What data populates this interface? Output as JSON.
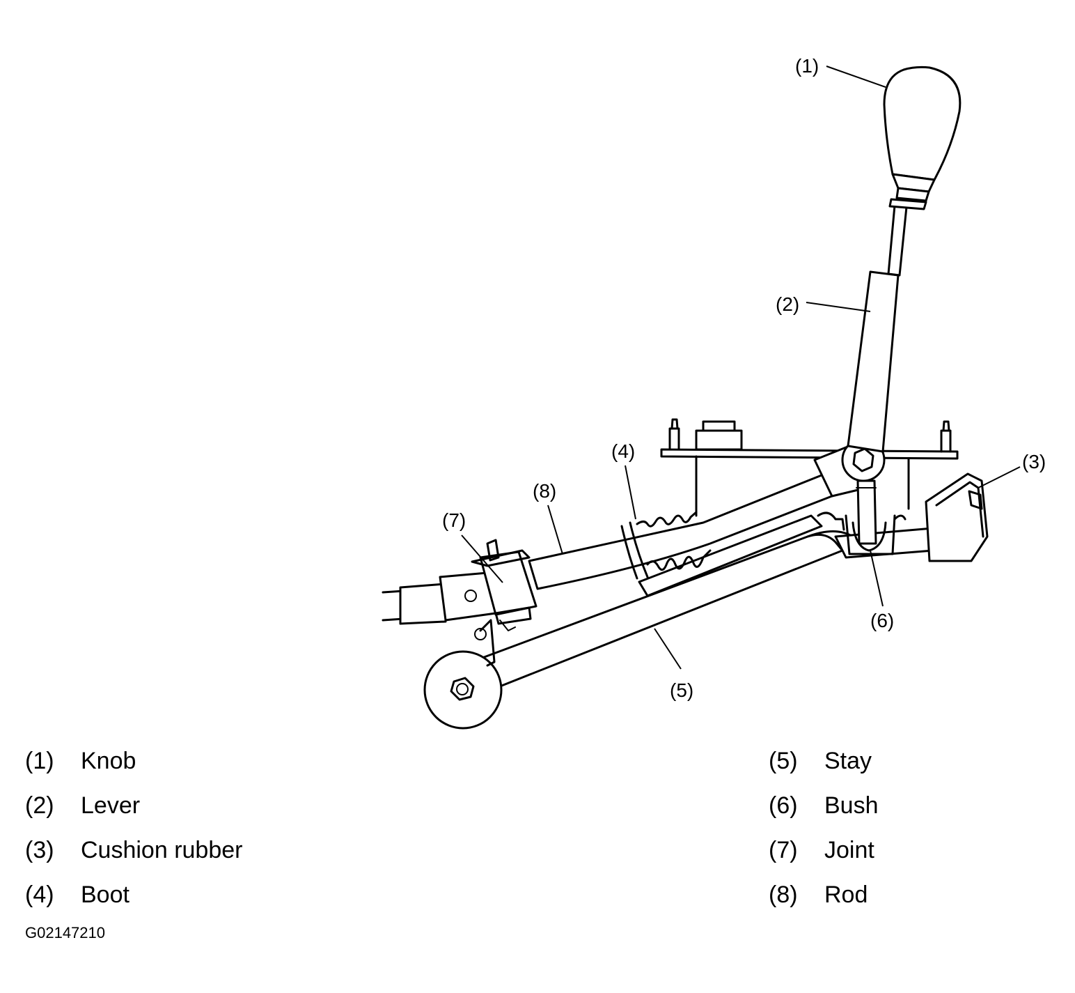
{
  "callouts": {
    "knob": "(1)",
    "lever": "(2)",
    "cushion_rubber": "(3)",
    "boot": "(4)",
    "stay": "(5)",
    "bush": "(6)",
    "joint": "(7)",
    "rod": "(8)"
  },
  "legend": [
    {
      "num": "(1)",
      "label": "Knob"
    },
    {
      "num": "(2)",
      "label": "Lever"
    },
    {
      "num": "(3)",
      "label": "Cushion rubber"
    },
    {
      "num": "(4)",
      "label": "Boot"
    },
    {
      "num": "(5)",
      "label": "Stay"
    },
    {
      "num": "(6)",
      "label": "Bush"
    },
    {
      "num": "(7)",
      "label": "Joint"
    },
    {
      "num": "(8)",
      "label": "Rod"
    }
  ],
  "figure_id": "G02147210"
}
